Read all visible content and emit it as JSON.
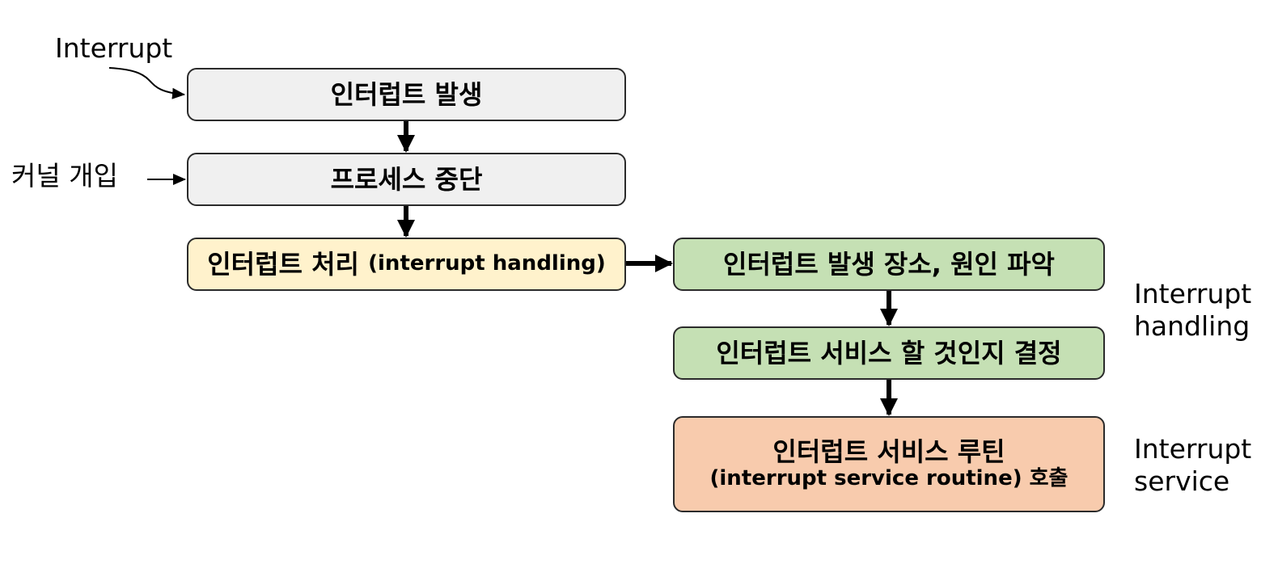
{
  "side_labels": {
    "interrupt_in": "Interrupt",
    "kernel": "커널 개입",
    "handling": [
      "Interrupt",
      "handling"
    ],
    "service": [
      "Interrupt",
      "service"
    ]
  },
  "boxes": {
    "occur": "인터럽트 발생",
    "stop": "프로세스 중단",
    "handling_ko": "인터럽트 처리",
    "handling_en": "(interrupt handling)",
    "locate": "인터럽트 발생 장소, 원인 파악",
    "decide": "인터럽트 서비스 할 것인지 결정",
    "isr_line1": "인터럽트 서비스 루틴",
    "isr_line2": "(interrupt service routine) 호출"
  },
  "colors": {
    "gray": "#f0f0f0",
    "yellow": "#fff2cc",
    "green": "#c5e0b4",
    "orange": "#f8cbad",
    "stroke": "#2b2b2b"
  }
}
